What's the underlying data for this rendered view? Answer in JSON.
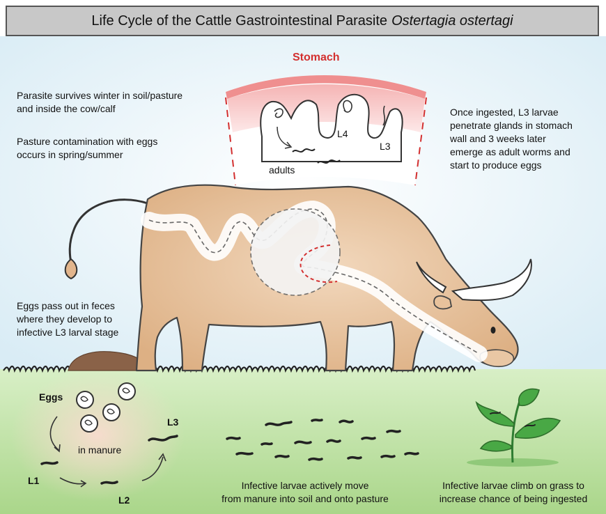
{
  "title": {
    "main": "Life Cycle of the Cattle Gastrointestinal Parasite",
    "species": "Ostertagia ostertagi"
  },
  "stomach": {
    "heading": "Stomach",
    "l4": "L4",
    "l3": "L3",
    "adults": "adults"
  },
  "notes": {
    "survives_line1": "Parasite survives winter in soil/pasture",
    "survives_line2": "and inside the cow/calf",
    "contamination_line1": "Pasture contamination with eggs",
    "contamination_line2": "occurs in spring/summer",
    "ingested_line1": "Once ingested, L3 larvae",
    "ingested_line2": "penetrate glands in stomach",
    "ingested_line3": "wall and 3 weeks later",
    "ingested_line4": "emerge as adult worms and",
    "ingested_line5": "start to produce eggs",
    "feces_line1": "Eggs pass out in feces",
    "feces_line2": "where they develop to",
    "feces_line3": "infective L3 larval stage"
  },
  "cycle": {
    "eggs": "Eggs",
    "manure": "in manure",
    "l1": "L1",
    "l2": "L2",
    "l3": "L3"
  },
  "pasture": {
    "move_line1": "Infective larvae actively move",
    "move_line2": "from manure into soil and onto pasture",
    "climb_line1": "Infective larvae climb on grass to",
    "climb_line2": "increase chance of being ingested"
  },
  "colors": {
    "sky": "#e4f1f7",
    "grass": "#b9df9c",
    "cow": "#e7c09a",
    "stomach_red": "#d32f2f",
    "manure": "#8a6248",
    "plant": "#49a845"
  }
}
